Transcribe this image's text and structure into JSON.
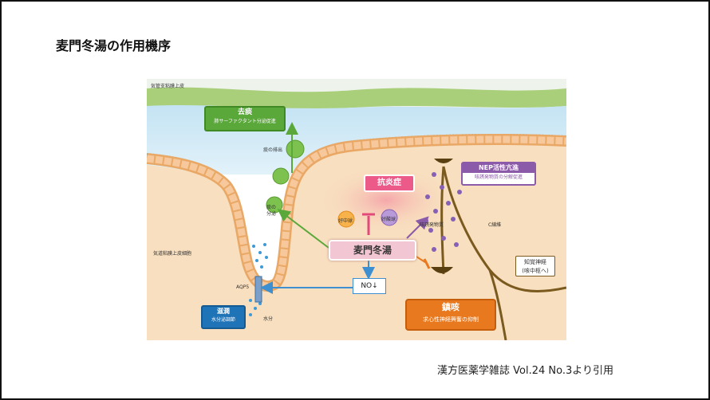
{
  "slide": {
    "title": "麦門冬湯の作用機序",
    "citation": "漢方医薬学雑誌 Vol.24 No.3より引用"
  },
  "figure": {
    "airway_epithelium_label": "気管支粘膜上皮",
    "mucosa_cell_label": "気道粘膜上皮細胞",
    "phlegm_clearance_box": {
      "title": "去痰",
      "subtitle": "肺サーファクタント分泌促進"
    },
    "phlegm_discharge_label": "痰の排出",
    "phlegm_secretion_label": [
      "痰の",
      "分泌"
    ],
    "anti_inflammation_label": "抗炎症",
    "neutrophil_label": "好中球",
    "eosinophil_label": "好酸球",
    "nep_box": {
      "title": "NEP活性亢進",
      "subtitle": "咳誘発物質の分解促進"
    },
    "cough_substance_label": "咳誘発物質",
    "c_fiber_label": "C線維",
    "drug_label": "麦門冬湯",
    "no_label": "NO↓",
    "sensory_nerve_label": [
      "知覚神経",
      "(咳中枢へ)"
    ],
    "aqp5_label": "AQP5",
    "moisture_box": {
      "title": "滋潤",
      "subtitle": "水分泌調節"
    },
    "water_label": "水分",
    "antitussive_box": {
      "title": "鎮咳",
      "subtitle": "求心性神経興奮の抑制"
    },
    "colors": {
      "mucus_green": "#a9cf7b",
      "lumen_blue": "#cde8f5",
      "tissue_beige": "#f8dfbf",
      "cell_orange": "#f1b47d",
      "nerve_brown": "#7a5a1e",
      "green_box": "#5aa83a",
      "purple_box": "#8b5aa8",
      "orange_box": "#e9791e",
      "blue_box": "#1f74b8",
      "drug_pink": "#f2c6d3"
    }
  }
}
